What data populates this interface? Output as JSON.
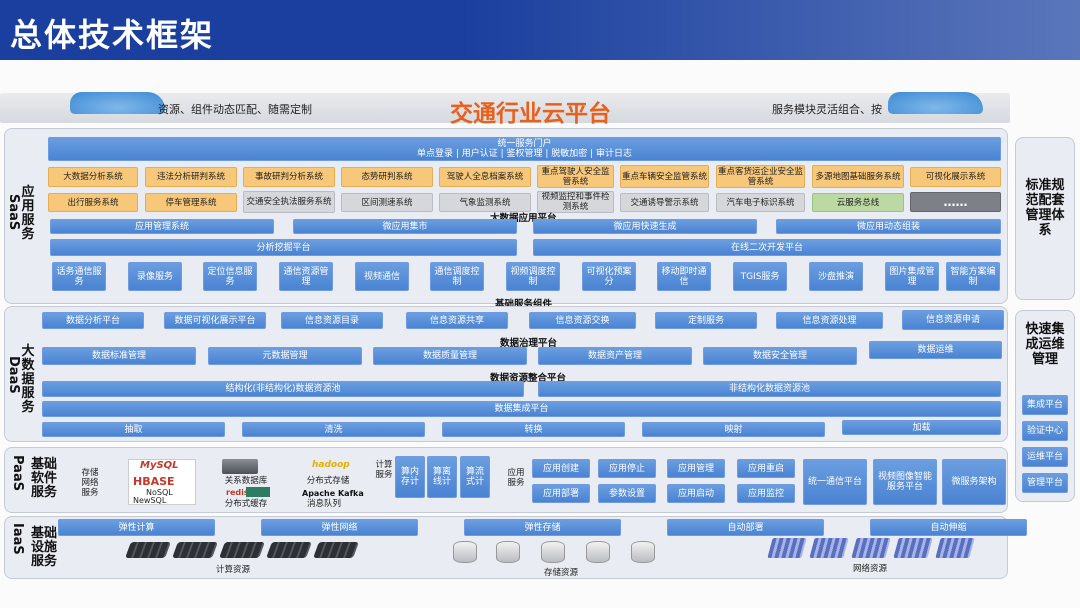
{
  "header": {
    "title": "总体技术框架"
  },
  "banner": {
    "title": "交通行业云平台",
    "left_text": "资源、组件动态匹配、随需定制",
    "right_text": "服务模块灵活组合、按"
  },
  "layers": {
    "saas": {
      "cn": "应用服务",
      "en": "SaaS"
    },
    "daas": {
      "cn": "大数据服务",
      "en": "DaaS"
    },
    "paas": {
      "cn": "基础软件服务",
      "en": "PaaS"
    },
    "iaas": {
      "cn": "基础设施服务",
      "en": "IaaS"
    }
  },
  "saas": {
    "portal": {
      "title": "统一服务门户",
      "sub": "单点登录 | 用户认证 | 鉴权管理 | 脱敏加密 | 审计日志"
    },
    "apps_row1": [
      "大数据分析系统",
      "违法分析研判系统",
      "事故研判分析系统",
      "态势研判系统",
      "驾驶人全息档案系统",
      "重点驾驶人安全监管系统",
      "重点车辆安全监管系统",
      "重点客货运企业安全监管系统",
      "多源地图基础服务系统",
      "可视化展示系统"
    ],
    "apps_row2": [
      "出行服务系统",
      "停车管理系统",
      "交通安全执法服务系统",
      "区间测速系统",
      "气象监测系统",
      "视频监控和事件检测系统",
      "交通诱导警示系统",
      "汽车电子标识系统",
      "云服务总线",
      "……"
    ],
    "bigdata_platform": "大数据应用平台",
    "mgmt_row": [
      "应用管理系统",
      "微应用集市",
      "微应用快速生成",
      "微应用动态组装"
    ],
    "analysis_platform": "分析挖掘平台",
    "online_platform": "在线二次开发平台",
    "services": [
      "话务通信服务",
      "录像服务",
      "定位信息服务",
      "通信资源管理",
      "视频通信",
      "通信调度控制",
      "视频调度控制",
      "可视化预案分",
      "移动即时通信",
      "TGIS服务",
      "沙盘推演",
      "图片集成管理",
      "智能方案编制"
    ],
    "base_components": "基础服务组件"
  },
  "daas": {
    "row1": [
      "数据分析平台",
      "数据可视化展示平台",
      "信息资源目录",
      "信息资源共享",
      "信息资源交换",
      "定制服务",
      "信息资源处理",
      "信息资源申请"
    ],
    "governance": "数据治理平台",
    "row2": [
      "数据标准管理",
      "元数据管理",
      "数据质量管理",
      "数据资产管理",
      "数据安全管理",
      "数据运维"
    ],
    "integration": "数据资源整合平台",
    "structured_pool": "结构化(非结构化)数据资源池",
    "unstructured_pool": "非结构化数据资源池",
    "collection": "数据集成平台",
    "etl": [
      "抽取",
      "清洗",
      "转换",
      "映射",
      "加载"
    ]
  },
  "paas": {
    "storage_label": "存储网络服务",
    "logos": {
      "mysql": "MySQL",
      "hbase": "HBASE",
      "nosql": "NoSQL",
      "newsql": "NewSQL",
      "hadoop": "hadoop",
      "redis": "redis",
      "kafka": "Apache Kafka"
    },
    "rdb": "关系数据库",
    "dist_storage": "分布式存储",
    "dist_cache": "分布式缓存",
    "mq": "消息队列",
    "compute_label": "计算服务",
    "compute": [
      "算内存计",
      "算离线计",
      "算流式计"
    ],
    "app_label": "应用服务",
    "app_services": [
      "应用创建",
      "应用停止",
      "应用管理",
      "应用重启",
      "应用部署",
      "参数设置",
      "应用启动",
      "应用监控"
    ],
    "unified": [
      "统一通信平台",
      "视频图像智能服务平台",
      "微服务架构"
    ]
  },
  "iaas": {
    "top": [
      "弹性计算",
      "弹性网络",
      "弹性存储",
      "自动部署",
      "自动伸缩"
    ],
    "compute_res": "计算资源",
    "storage_res": "存储资源",
    "network_res": "网络资源"
  },
  "side": {
    "standards": "标准规范配套管理体系",
    "ops_title": "快速集成运维管理",
    "ops_items": [
      "集成平台",
      "验证中心",
      "运维平台",
      "管理平台"
    ]
  },
  "colors": {
    "header_bg": "#1a3f9e",
    "box_blue": "#5b8fd9",
    "box_orange": "#f7c77a",
    "box_gray": "#d5d7db",
    "title_orange": "#e8601c"
  }
}
